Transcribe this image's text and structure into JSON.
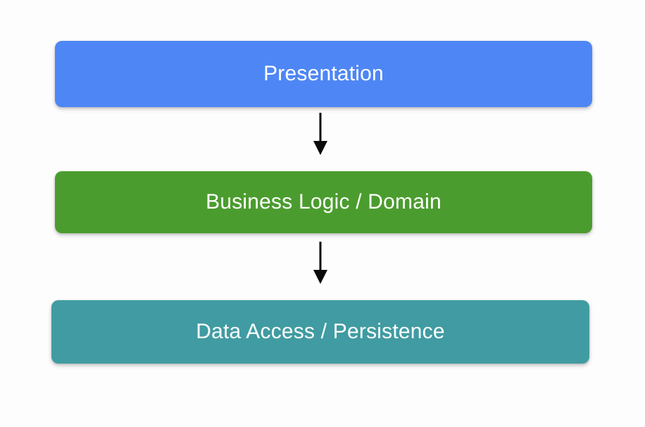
{
  "diagram": {
    "type": "layered-architecture-flow",
    "background_color": "#fdfdfd",
    "orientation": "vertical-top-down",
    "layers": [
      {
        "id": "presentation",
        "label": "Presentation",
        "color": "#4e86f5",
        "order": 1
      },
      {
        "id": "business-logic",
        "label": "Business Logic / Domain",
        "color": "#4b9c2e",
        "order": 2
      },
      {
        "id": "data-access",
        "label": "Data Access / Persistence",
        "color": "#409ca2",
        "order": 3
      }
    ],
    "connectors": [
      {
        "id": "arrow-presentation-to-business",
        "from": "presentation",
        "to": "business-logic",
        "style": "solid-arrow-down",
        "color": "#0a0a0a"
      },
      {
        "id": "arrow-business-to-data",
        "from": "business-logic",
        "to": "data-access",
        "style": "solid-arrow-down",
        "color": "#0a0a0a"
      }
    ],
    "label_color": "#ffffff"
  }
}
